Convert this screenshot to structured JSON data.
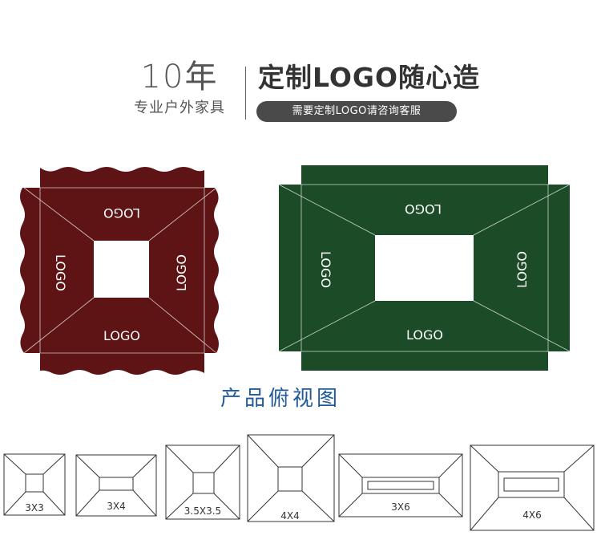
{
  "header": {
    "years": "10年",
    "years_sub": "专业户外家具",
    "slogan": "定制LOGO随心造",
    "pill": "需要定制LOGO请咨询客服"
  },
  "colors": {
    "red_canopy": "#5e1315",
    "green_canopy": "#1c4c27",
    "section_title": "#1f5a99",
    "logo_text": "#ffffff"
  },
  "canopies": {
    "red": {
      "logo_top": "LOGO",
      "logo_left": "LOGO",
      "logo_right": "LOGO",
      "logo_bottom": "LOGO"
    },
    "green": {
      "logo_top": "LOGO",
      "logo_left": "LOGO",
      "logo_right": "LOGO",
      "logo_bottom": "LOGO"
    }
  },
  "section_title": "产品俯视图",
  "sizes": [
    "3X3",
    "3X4",
    "3.5X3.5",
    "4X4",
    "3X6",
    "4X6"
  ]
}
